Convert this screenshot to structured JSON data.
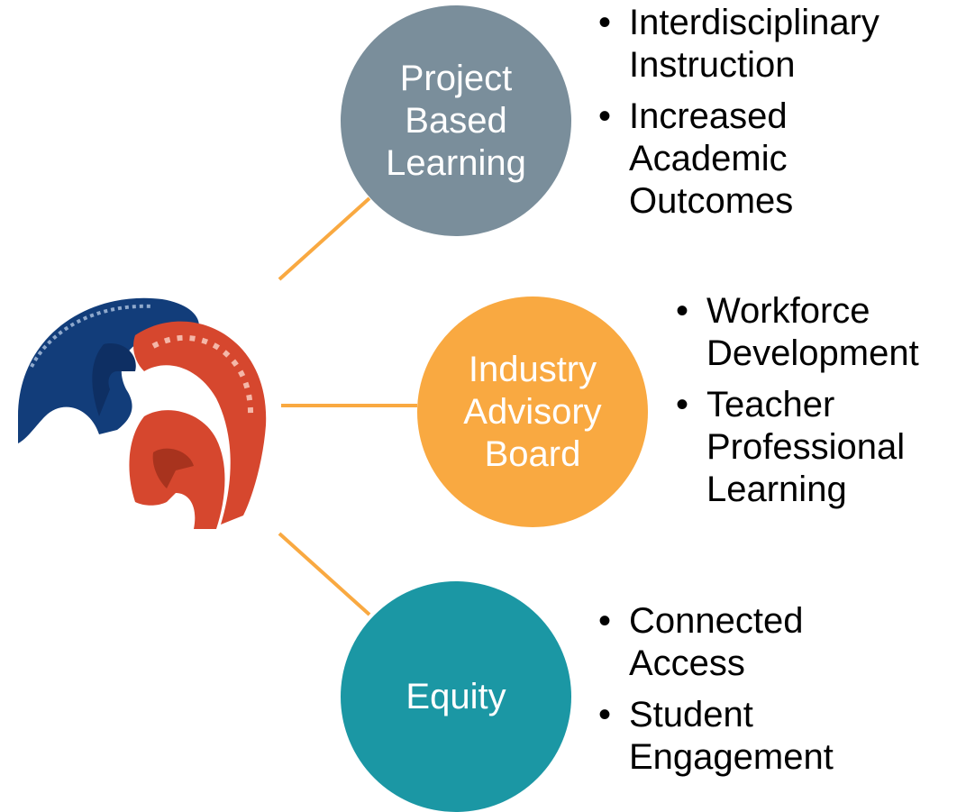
{
  "logo": {
    "name": "spartan-helmet-logo",
    "colors": {
      "blue": "#123d7a",
      "red": "#d6472e"
    }
  },
  "colors": {
    "connector": "#f9a941",
    "pbl": "#7a8e9b",
    "iab": "#f9a941",
    "equity": "#1b97a4"
  },
  "nodes": [
    {
      "label": "Project\nBased\nLearning",
      "bullets": [
        "Interdisciplinary\nInstruction",
        "Increased\nAcademic\nOutcomes"
      ]
    },
    {
      "label": "Industry\nAdvisory\nBoard",
      "bullets": [
        "Workforce\nDevelopment",
        "Teacher\nProfessional\nLearning"
      ]
    },
    {
      "label": "Equity",
      "bullets": [
        "Connected\nAccess",
        "Student\nEngagement"
      ]
    }
  ]
}
